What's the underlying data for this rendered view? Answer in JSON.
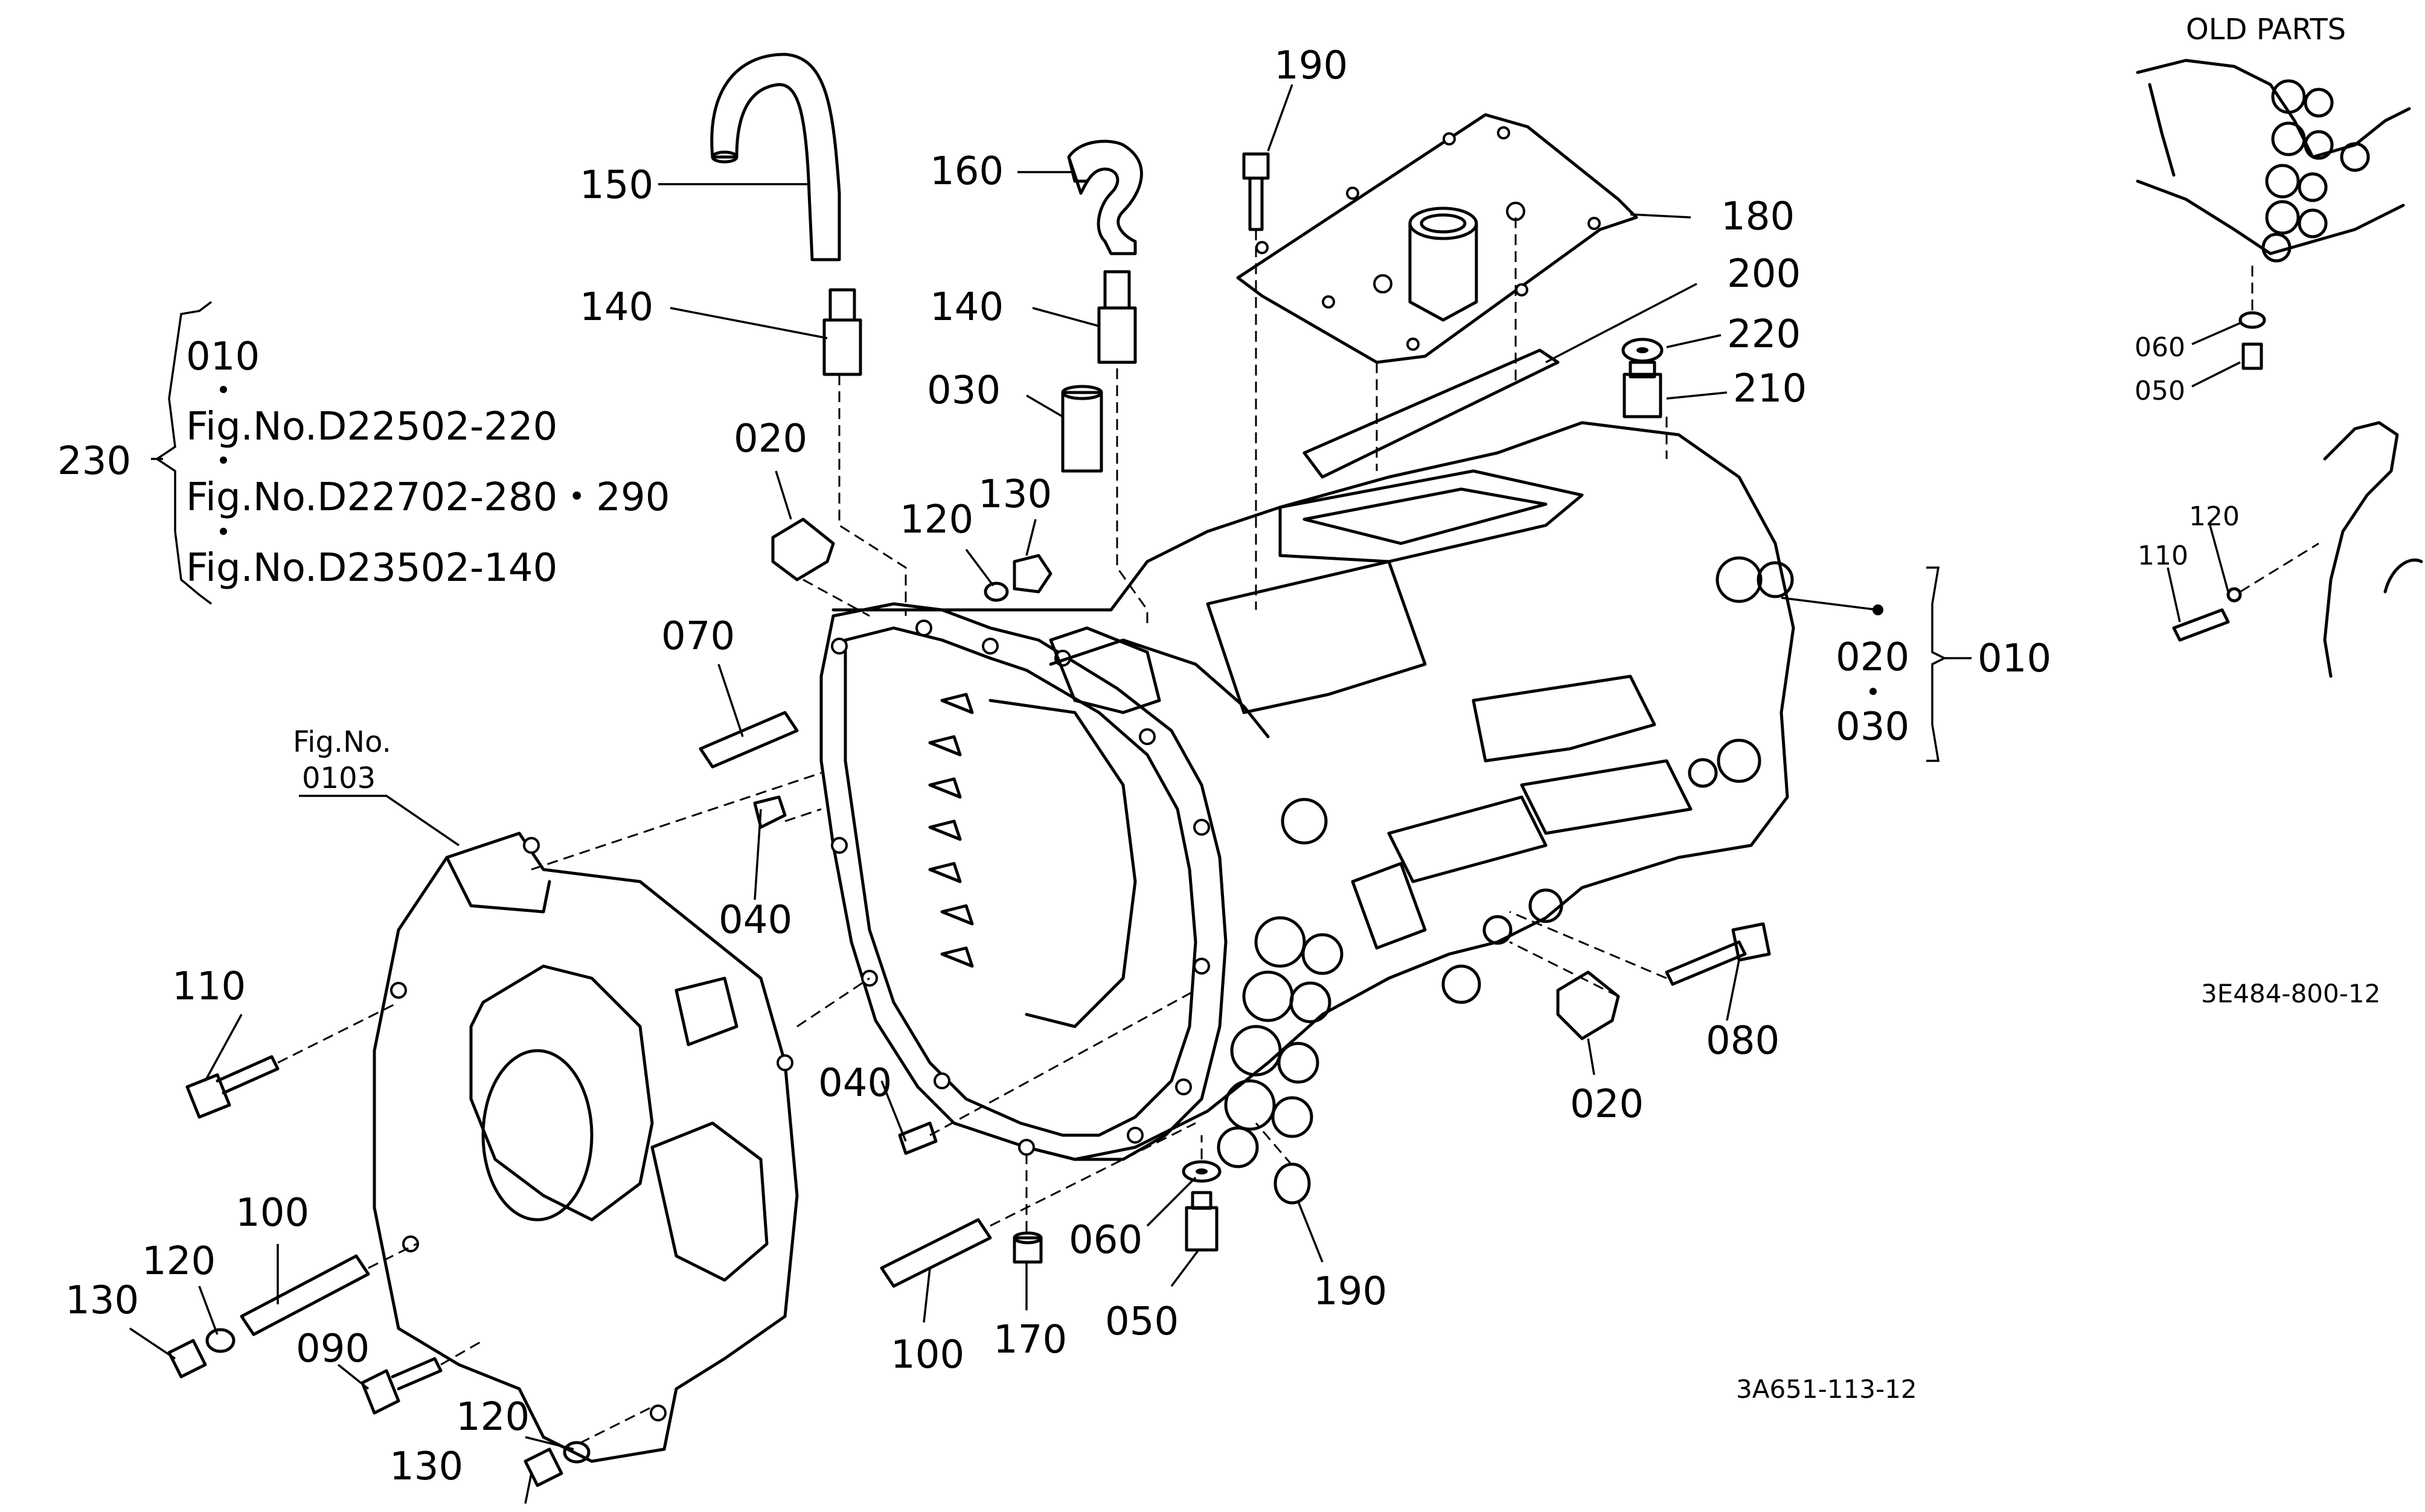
{
  "callouts": {
    "c150": "150",
    "c160": "160",
    "c190a": "190",
    "c180": "180",
    "c200": "200",
    "c220": "220",
    "c210": "210",
    "c140a": "140",
    "c140b": "140",
    "c030": "030",
    "c020a": "020",
    "c130a": "130",
    "c120a": "120",
    "c070": "070",
    "c040a": "040",
    "c110": "110",
    "c100a": "100",
    "c120b": "120",
    "c130b": "130",
    "c090": "090",
    "c120c": "120",
    "c130c": "130",
    "c040b": "040",
    "c100b": "100",
    "c170": "170",
    "c060": "060",
    "c050": "050",
    "c190b": "190",
    "c020b": "020",
    "c080": "080"
  },
  "group_230": {
    "number": "230",
    "line1": "010",
    "line2": "Fig.No.D22502-220",
    "line3": "Fig.No.D22702-280・290",
    "line4": "Fig.No.D23502-140"
  },
  "group_010": {
    "number": "010",
    "line1": "020",
    "line2": "030"
  },
  "fig_ref": {
    "line1": "Fig.No.",
    "line2": "0103"
  },
  "old_parts": {
    "title": "OLD PARTS",
    "c060": "060",
    "c050": "050",
    "c120": "120",
    "c110": "110",
    "code": "3E484-800-12"
  },
  "drawing_code": "3A651-113-12"
}
